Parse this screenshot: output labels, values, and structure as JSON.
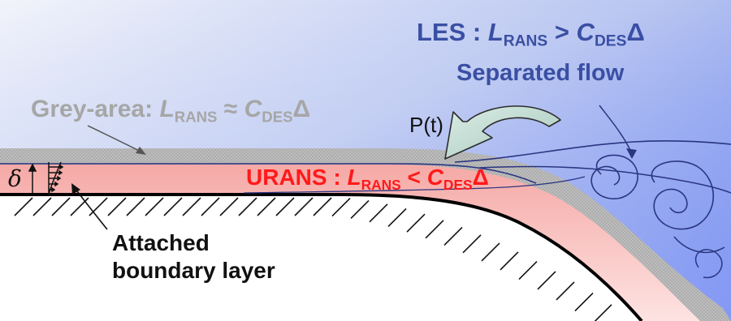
{
  "labels": {
    "les": {
      "prefix": "LES : ",
      "var1": "L",
      "sub1": "RANS",
      "op": " > ",
      "var2": "C",
      "sub2": "DES",
      "tail": "Δ"
    },
    "separated": "Separated flow",
    "grey": {
      "prefix": "Grey-area: ",
      "var1": "L",
      "sub1": "RANS",
      "op": " ≈ ",
      "var2": "C",
      "sub2": "DES",
      "tail": "Δ"
    },
    "pt": "P(t)",
    "urans": {
      "prefix": "URANS : ",
      "var1": "L",
      "sub1": "RANS",
      "op": " < ",
      "var2": "C",
      "sub2": "DES",
      "tail": "Δ"
    },
    "delta": "δ",
    "attached": {
      "line1": "Attached",
      "line2": "boundary layer"
    }
  },
  "colors": {
    "sky_top": "#4a6cf0",
    "sky_mid": "#93a8ec",
    "sky_low": "#e8ecf8",
    "grey_band": "#b0b0b0",
    "urans_band": "#f4b6b4",
    "les_text": "#3a4fa3",
    "grey_text": "#a6a6a6",
    "urans_text": "#ff1a1a",
    "arrow_fill": "#c6dfd6",
    "streamline": "#2a3580"
  }
}
